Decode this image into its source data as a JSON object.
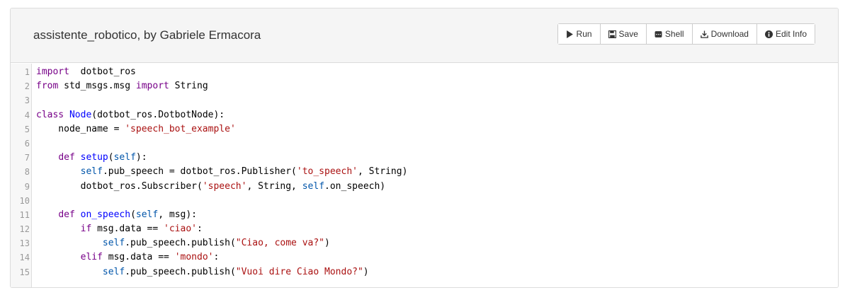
{
  "header": {
    "title": "assistente_robotico, by Gabriele Ermacora"
  },
  "toolbar": {
    "run": "Run",
    "save": "Save",
    "shell": "Shell",
    "download": "Download",
    "edit_info": "Edit Info"
  },
  "editor": {
    "lines": [
      {
        "num": "1",
        "tokens": [
          [
            "kw",
            "import"
          ],
          [
            "",
            "  dotbot_ros"
          ]
        ]
      },
      {
        "num": "2",
        "tokens": [
          [
            "kw",
            "from"
          ],
          [
            "",
            " std_msgs.msg "
          ],
          [
            "kw",
            "import"
          ],
          [
            "",
            " String"
          ]
        ]
      },
      {
        "num": "3",
        "tokens": []
      },
      {
        "num": "4",
        "tokens": [
          [
            "kw",
            "class"
          ],
          [
            "",
            " "
          ],
          [
            "def",
            "Node"
          ],
          [
            "",
            "(dotbot_ros.DotbotNode):"
          ]
        ]
      },
      {
        "num": "5",
        "tokens": [
          [
            "",
            "    node_name = "
          ],
          [
            "str",
            "'speech_bot_example'"
          ]
        ]
      },
      {
        "num": "6",
        "tokens": []
      },
      {
        "num": "7",
        "tokens": [
          [
            "",
            "    "
          ],
          [
            "kw",
            "def"
          ],
          [
            "",
            " "
          ],
          [
            "def",
            "setup"
          ],
          [
            "",
            "("
          ],
          [
            "var2",
            "self"
          ],
          [
            "",
            "):"
          ]
        ]
      },
      {
        "num": "8",
        "tokens": [
          [
            "",
            "        "
          ],
          [
            "var2",
            "self"
          ],
          [
            "",
            ".pub_speech = dotbot_ros.Publisher("
          ],
          [
            "str",
            "'to_speech'"
          ],
          [
            "",
            ", String)"
          ]
        ]
      },
      {
        "num": "9",
        "tokens": [
          [
            "",
            "        dotbot_ros.Subscriber("
          ],
          [
            "str",
            "'speech'"
          ],
          [
            "",
            ", String, "
          ],
          [
            "var2",
            "self"
          ],
          [
            "",
            ".on_speech)"
          ]
        ]
      },
      {
        "num": "10",
        "tokens": []
      },
      {
        "num": "11",
        "tokens": [
          [
            "",
            "    "
          ],
          [
            "kw",
            "def"
          ],
          [
            "",
            " "
          ],
          [
            "def",
            "on_speech"
          ],
          [
            "",
            "("
          ],
          [
            "var2",
            "self"
          ],
          [
            "",
            ", msg):"
          ]
        ]
      },
      {
        "num": "12",
        "tokens": [
          [
            "",
            "        "
          ],
          [
            "kw",
            "if"
          ],
          [
            "",
            " msg.data == "
          ],
          [
            "str",
            "'ciao'"
          ],
          [
            "",
            ":"
          ]
        ]
      },
      {
        "num": "13",
        "tokens": [
          [
            "",
            "            "
          ],
          [
            "var2",
            "self"
          ],
          [
            "",
            ".pub_speech.publish("
          ],
          [
            "str",
            "\"Ciao, come va?\""
          ],
          [
            "",
            ")"
          ]
        ]
      },
      {
        "num": "14",
        "tokens": [
          [
            "",
            "        "
          ],
          [
            "kw",
            "elif"
          ],
          [
            "",
            " msg.data == "
          ],
          [
            "str",
            "'mondo'"
          ],
          [
            "",
            ":"
          ]
        ]
      },
      {
        "num": "15",
        "tokens": [
          [
            "",
            "            "
          ],
          [
            "var2",
            "self"
          ],
          [
            "",
            ".pub_speech.publish("
          ],
          [
            "str",
            "\"Vuoi dire Ciao Mondo?\""
          ],
          [
            "",
            ")"
          ]
        ]
      }
    ]
  }
}
